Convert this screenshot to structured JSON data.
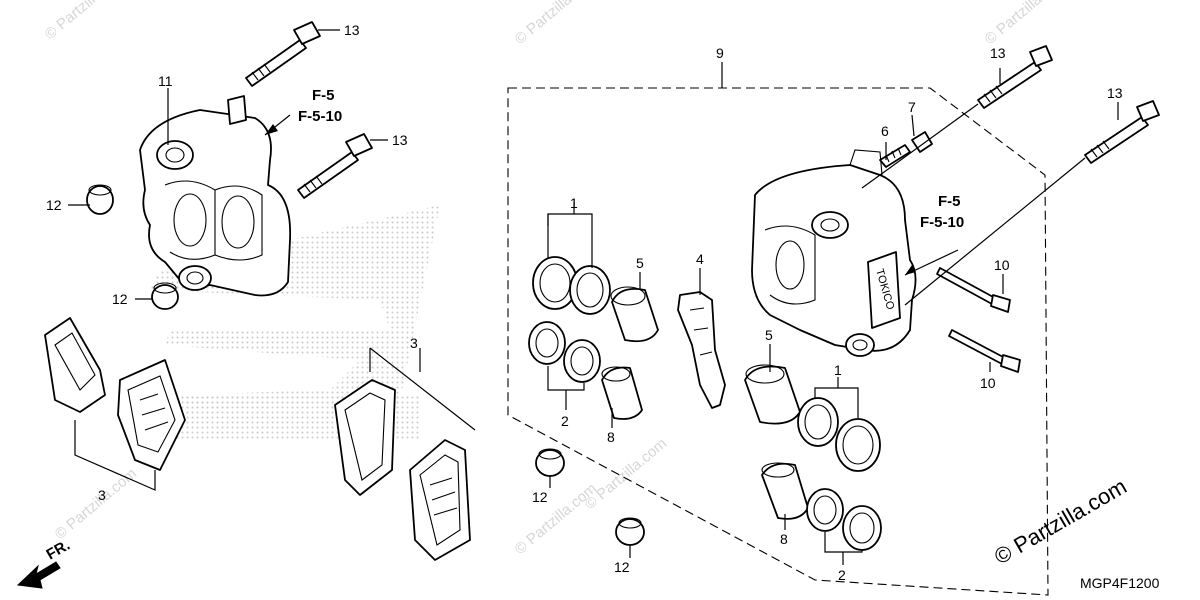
{
  "callouts": {
    "c1a": "1",
    "c1b": "1",
    "c2a": "2",
    "c2b": "2",
    "c3a": "3",
    "c3b": "3",
    "c4": "4",
    "c5a": "5",
    "c5b": "5",
    "c6": "6",
    "c7": "7",
    "c8a": "8",
    "c8b": "8",
    "c9": "9",
    "c10a": "10",
    "c10b": "10",
    "c11": "11",
    "c12a": "12",
    "c12b": "12",
    "c12c": "12",
    "c12d": "12",
    "c13a": "13",
    "c13b": "13",
    "c13c": "13",
    "c13d": "13"
  },
  "refs": {
    "left_main": "F-5",
    "left_sub": "F-5-10",
    "right_main": "F-5",
    "right_sub": "F-5-10"
  },
  "caliper_brand": "TOKICO",
  "front_label": "FR.",
  "copyright": "© Partzilla.com",
  "diagram_code": "MGP4F1200",
  "watermark": "© Partzilla.com"
}
